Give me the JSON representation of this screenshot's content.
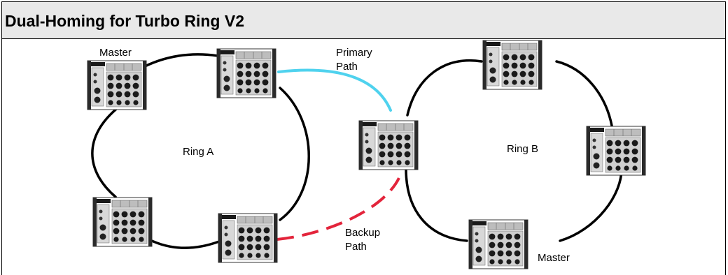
{
  "title": "Dual-Homing for Turbo Ring V2",
  "labels": {
    "master_a": "Master",
    "ring_a": "Ring A",
    "primary_path": "Primary\nPath",
    "ring_b": "Ring B",
    "backup_path": "Backup\nPath",
    "master_b": "Master"
  },
  "colors": {
    "ring_link": "#000000",
    "primary_path": "#4fd2ee",
    "backup_path": "#e3243b",
    "header_bg": "#e9e9e9"
  },
  "icons": {
    "switch": "industrial-ethernet-switch-icon"
  }
}
